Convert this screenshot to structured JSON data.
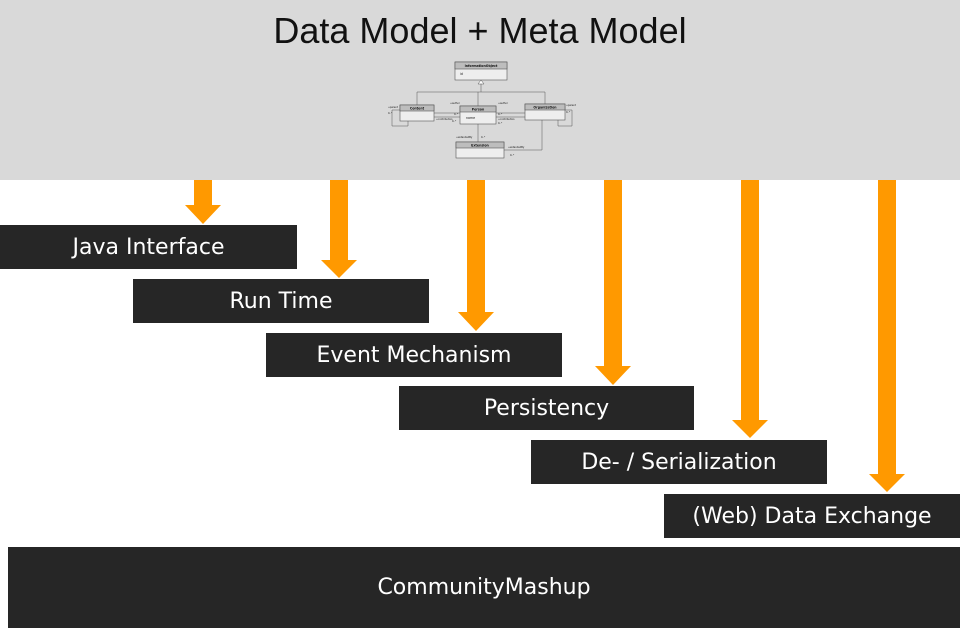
{
  "header": {
    "title": "Data Model + Meta Model",
    "uml": {
      "classes": [
        "InformationObject",
        "Content",
        "Person",
        "Organization",
        "Extension"
      ],
      "attrs": [
        "id",
        "name"
      ],
      "roles": [
        "+parent",
        "+author",
        "+author",
        "+parent",
        "+contributors",
        "+contributors",
        "+extendedBy",
        "+extendedBy"
      ],
      "multiplicities": [
        "0..*",
        "0..*",
        "0..*",
        "0..*",
        "0..*",
        "0..*",
        "0..*",
        "0..*"
      ]
    }
  },
  "layers": [
    {
      "label": "Java Interface"
    },
    {
      "label": "Run Time"
    },
    {
      "label": "Event Mechanism"
    },
    {
      "label": "Persistency"
    },
    {
      "label": "De- / Serialization"
    },
    {
      "label": "(Web) Data Exchange"
    }
  ],
  "base": {
    "label": "CommunityMashup"
  },
  "colors": {
    "arrow": "#ff9900",
    "bar": "#262626",
    "header_bg": "#d9d9d9"
  }
}
